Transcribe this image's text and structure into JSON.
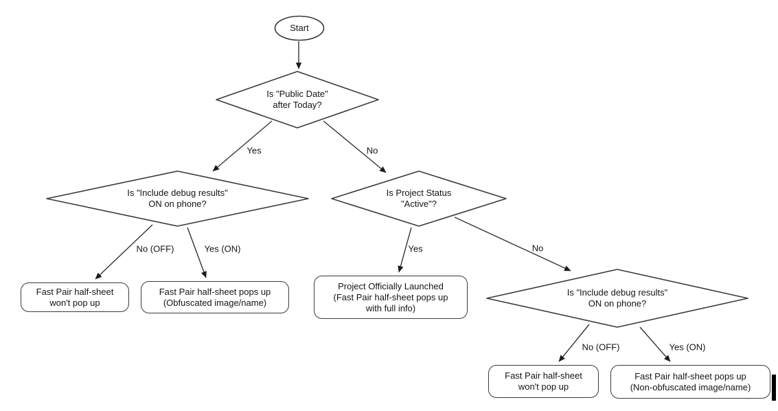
{
  "diagram": {
    "type": "flowchart",
    "colors": {
      "background": "#ffffff",
      "shape_stroke": "#3a3a3a",
      "edge_stroke": "#333333",
      "text": "#141414"
    },
    "nodes": {
      "start": {
        "label": "Start",
        "shape": "oval"
      },
      "d_public_date": {
        "label": "Is \"Public Date\"\nafter Today?",
        "shape": "diamond"
      },
      "d_debug_left": {
        "label": "Is \"Include debug results\"\nON on phone?",
        "shape": "diamond"
      },
      "d_project_status": {
        "label": "Is Project Status\n\"Active\"?",
        "shape": "diamond"
      },
      "d_debug_right": {
        "label": "Is \"Include debug results\"\nON on phone?",
        "shape": "diamond"
      },
      "r_no_popup_left": {
        "label": "Fast Pair half-sheet\nwon't pop up",
        "shape": "rounded-rect"
      },
      "r_obfuscated": {
        "label": "Fast Pair half-sheet pops up\n(Obfuscated image/name)",
        "shape": "rounded-rect"
      },
      "r_launched": {
        "label": "Project Officially Launched\n(Fast Pair half-sheet pops up\nwith full info)",
        "shape": "rounded-rect"
      },
      "r_no_popup_right": {
        "label": "Fast Pair half-sheet\nwon't pop up",
        "shape": "rounded-rect"
      },
      "r_non_obfuscated": {
        "label": "Fast Pair half-sheet pops up\n(Non-obfuscated image/name)",
        "shape": "rounded-rect"
      }
    },
    "edge_labels": {
      "d1_yes": "Yes",
      "d1_no": "No",
      "d2_no": "No (OFF)",
      "d2_yes": "Yes (ON)",
      "d3_yes": "Yes",
      "d3_no": "No",
      "d4_no": "No (OFF)",
      "d4_yes": "Yes (ON)"
    }
  }
}
